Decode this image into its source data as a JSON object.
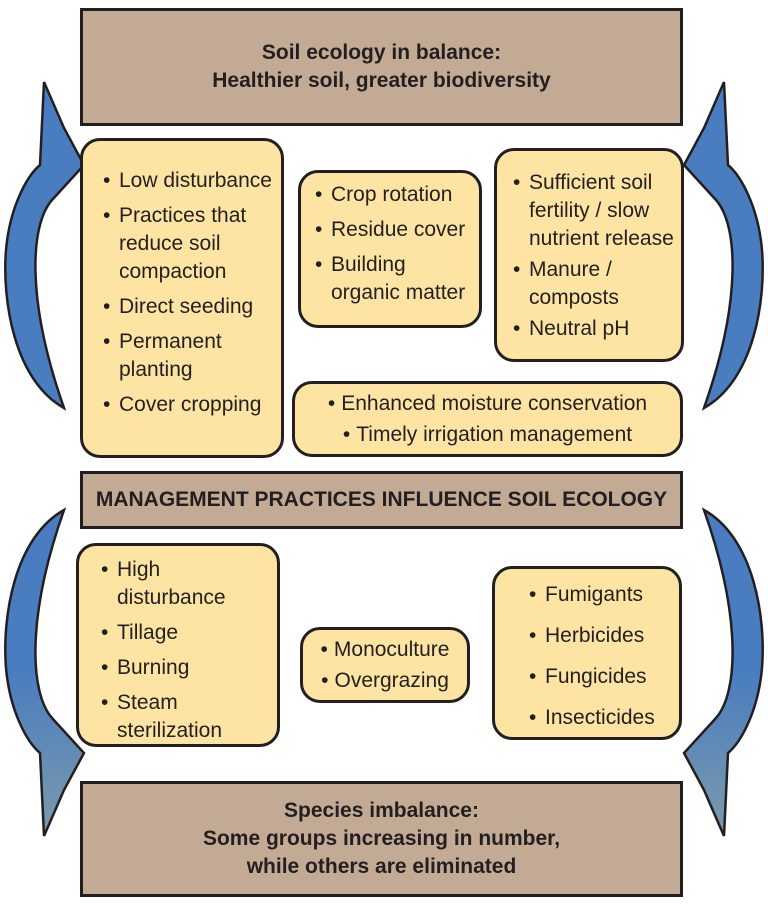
{
  "top_banner": {
    "line1": "Soil ecology in balance:",
    "line2": "Healthier soil, greater biodiversity"
  },
  "middle_banner": {
    "text": "MANAGEMENT PRACTICES INFLUENCE SOIL ECOLOGY"
  },
  "bottom_banner": {
    "line1": "Species imbalance:",
    "line2": "Some groups increasing in number,",
    "line3": "while others are eliminated"
  },
  "positive_practices": {
    "disturbance_box": [
      "Low disturbance",
      "Practices that reduce soil compaction",
      "Direct seeding",
      "Permanent planting",
      "Cover cropping"
    ],
    "organic_box": [
      "Crop rotation",
      "Residue cover",
      "Building organic matter"
    ],
    "fertility_box": [
      "Sufficient soil fertility / slow nutrient release",
      "Manure / composts",
      "Neutral pH"
    ],
    "moisture_box": [
      "Enhanced moisture conservation",
      "Timely irrigation management"
    ]
  },
  "negative_practices": {
    "disturbance_box": [
      "High disturbance",
      "Tillage",
      "Burning",
      "Steam sterilization"
    ],
    "mono_box": [
      "Monoculture",
      "Overgrazing"
    ],
    "chemical_box": [
      "Fumigants",
      "Herbicides",
      "Fungicides",
      "Insecticides"
    ]
  },
  "colors": {
    "banner_fill": "#c2aa95",
    "box_fill": "#fde4a3",
    "arrow_blue": "#4a7dbf",
    "arrow_grey_blue": "#7c9aab",
    "outline": "#231f20"
  }
}
